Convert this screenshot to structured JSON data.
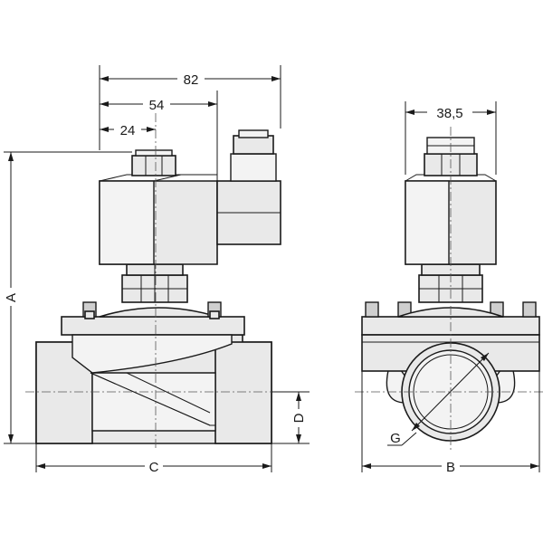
{
  "drawing": {
    "dimensions": {
      "overall_width": "82",
      "coil_width": "54",
      "nut_offset": "24",
      "front_width": "38,5",
      "height": "A",
      "body_length": "C",
      "body_width": "B",
      "port_depth": "D",
      "thread": "G"
    }
  }
}
